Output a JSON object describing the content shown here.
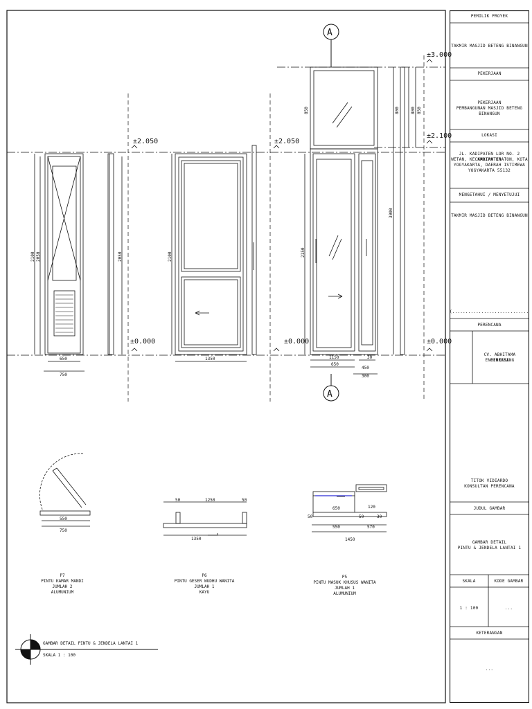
{
  "title_block": {
    "owner_header": "PEMILIK PROYEK",
    "owner": "TAKMIR MASJID BETENG BINANGUN",
    "work_header": "PEKERJAAN",
    "work_line1": "PEKERJAAN",
    "work_line2": "PEMBANGUNAN MASJID BETENG BINANGUN",
    "location_header": "LOKASI",
    "location_line1": "JL. KADIPATEN LOR NO. 2 KADIPATEN",
    "location_line2": "WETAN, KECAMATAN KRATON, KOTA",
    "location_line3": "YOGYAKARTA, DAERAH ISTIMEWA",
    "location_line4": "YOGYAKARTA 55132",
    "approval_header": "MENGETAHUI / MENYETUJUI",
    "approver": "TAKMIR MASJID BETENG BINANGUN",
    "signature_line": "(..................................................)",
    "planner_header": "PERENCANA",
    "firm_line1": "CV. ABHITAMA ENGINEERING",
    "firm_line2": "PERKASA",
    "consultant_name": "TITOK VIDIARDO",
    "consultant_title": "KONSULTAN PERENCANA",
    "drawing_title_header": "JUDUL GAMBAR",
    "drawing_title_line1": "GAMBAR DETAIL",
    "drawing_title_line2": "PINTU & JENDELA LANTAI 1",
    "scale_header": "SKALA",
    "code_header": "KODE GAMBAR",
    "scale_value": "1 : 100",
    "code_value": "...",
    "notes_header": "KETERANGAN",
    "notes_value": "..."
  },
  "drawing": {
    "sheet_title": "GAMBAR DETAIL PINTU & JENDELA LANTAI 1",
    "sheet_scale": "SKALA 1 : 100",
    "section_marker": "A",
    "levels": {
      "l3000": "±3.000",
      "l2100": "±2.100",
      "l2050a": "±2.050",
      "l2050b": "±2.050",
      "l0a": "±0.000",
      "l0b": "±0.000",
      "l0c": "±0.000"
    },
    "dims": {
      "p7_h_outer": "2100",
      "p7_h_inner": "2050",
      "p7_w_inner": "650",
      "p7_w_outer": "750",
      "p7_side_h": "2050",
      "p6_h": "2100",
      "p6_w": "1350",
      "p5_top_h": "850",
      "p5_h": "2150",
      "p5_right_h1": "800",
      "p5_right_h2": "800",
      "p5_right_h3": "850",
      "p5_total_h": "3000",
      "p5_w1": "1150",
      "p5_w2": "650",
      "p5_w3": "30",
      "p5_w4": "450",
      "p5_w5": "300",
      "plan_p7_a": "550",
      "plan_p7_b": "750",
      "plan_p6_a": "50",
      "plan_p6_b": "1250",
      "plan_p6_c": "50",
      "plan_p6_d": "1350",
      "plan_p5_a": "50",
      "plan_p5_b": "650",
      "plan_p5_c": "50",
      "plan_p5_d": "30",
      "plan_p5_e": "120",
      "plan_p5_f": "550",
      "plan_p5_g": "570",
      "plan_p5_h": "1450"
    },
    "doors": [
      {
        "code": "P7",
        "name": "PINTU KAMAR MANDI",
        "qty": "JUMLAH 2",
        "material": "ALUMUNIUM"
      },
      {
        "code": "P6",
        "name": "PINTU GESER WUDHU WANITA",
        "qty": "JUMLAH 1",
        "material": "KAYU"
      },
      {
        "code": "P5",
        "name": "PINTU MASUK KHUSUS WANITA",
        "qty": "JUMLAH 1",
        "material": "ALUMUNIUM"
      }
    ]
  }
}
